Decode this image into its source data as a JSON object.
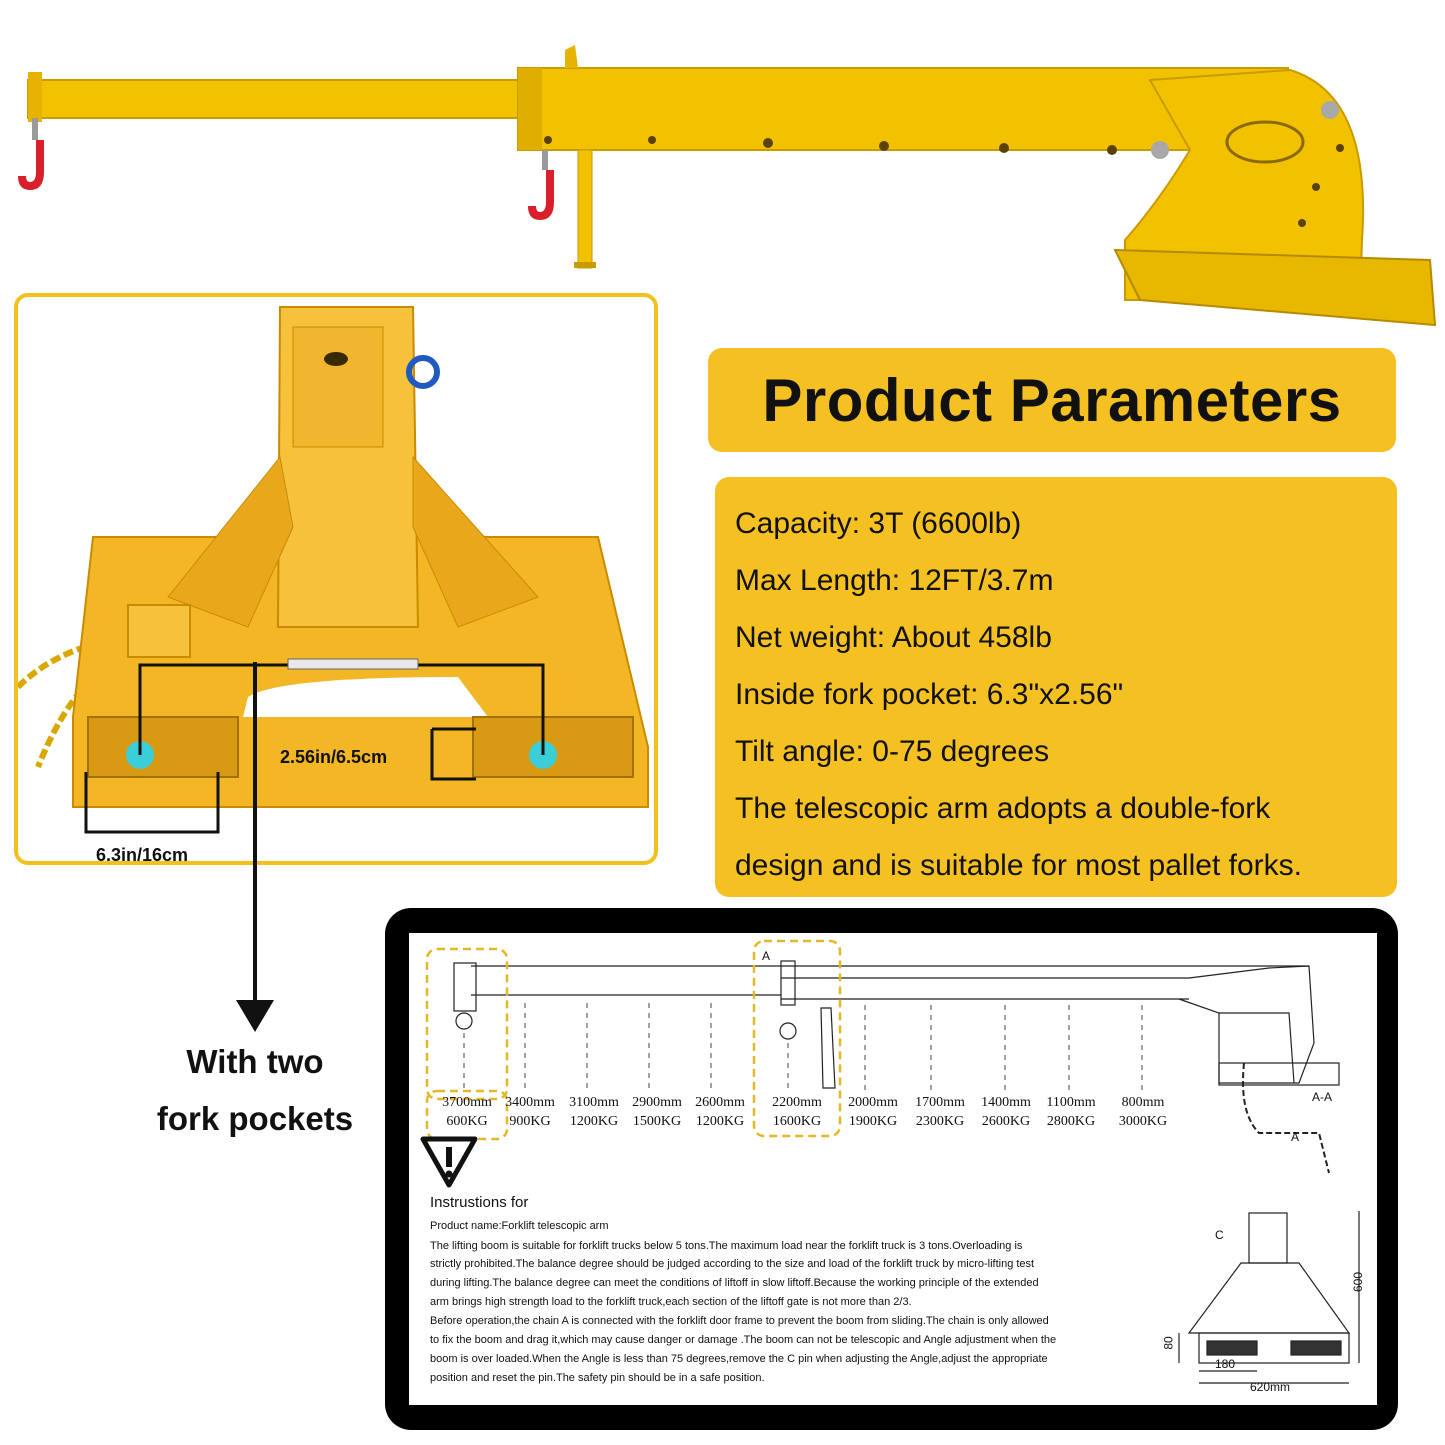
{
  "title": "Product Parameters",
  "params": [
    "Capacity: 3T (6600lb)",
    "Max Length: 12FT/3.7m",
    "Net weight: About 458lb",
    "Inside fork pocket: 6.3\"x2.56\"",
    "Tilt angle: 0-75 degrees",
    "The telescopic arm adopts a double-fork",
    "design and is suitable for most pallet forks."
  ],
  "pocket_photo": {
    "height_label": "2.56in/6.5cm",
    "width_label": "6.3in/16cm"
  },
  "pocket_caption": {
    "line1": "With two",
    "line2": "fork pockets"
  },
  "drawing": {
    "loads": [
      {
        "dist": "3700mm",
        "load": "600KG"
      },
      {
        "dist": "3400mm",
        "load": "900KG"
      },
      {
        "dist": "3100mm",
        "load": "1200KG"
      },
      {
        "dist": "2900mm",
        "load": "1500KG"
      },
      {
        "dist": "2600mm",
        "load": "1200KG"
      },
      {
        "dist": "2200mm",
        "load": "1600KG"
      },
      {
        "dist": "2000mm",
        "load": "1900KG"
      },
      {
        "dist": "1700mm",
        "load": "2300KG"
      },
      {
        "dist": "1400mm",
        "load": "2600KG"
      },
      {
        "dist": "1100mm",
        "load": "2800KG"
      },
      {
        "dist": "800mm",
        "load": "3000KG"
      }
    ],
    "label_a": "A",
    "label_aa": "A-A",
    "label_c": "C",
    "dim_600": "600",
    "dim_80": "80",
    "dim_180": "180",
    "dim_620": "620mm",
    "instructions_title": "Instrustions for",
    "instructions": [
      "Product name:Forklift telescopic arm",
      "The lifting boom is suitable for forklift trucks below 5 tons.The maximum load near the forklift truck is 3 tons.Overloading is",
      "strictly prohibited.The balance degree should be judged according to the size and load of the forklift truck by micro-lifting test",
      "during lifting.The balance degree can meet the conditions of liftoff in slow liftoff.Because the working principle of the extended",
      "arm brings high strength load to the forklift truck,each section of the liftoff gate is not more than 2/3.",
      "Before operation,the chain A is connected with the forklift door frame to prevent the boom from sliding.The chain is only allowed",
      "to fix the boom and drag it,which may cause danger or damage .The boom can not be telescopic and Angle adjustment when the",
      "boom is over loaded.When the Angle is less than 75 degrees,remove the C pin when adjusting the Angle,adjust the appropriate",
      "position and reset the pin.The safety pin should be in a safe position."
    ]
  },
  "colors": {
    "yellow": "#f5c021",
    "boom_yellow": "#f2c200",
    "hook_red": "#d9202a",
    "highlight": "#2ad4f0"
  },
  "icons": [
    "warning-triangle-icon",
    "crane-hook-icon"
  ]
}
